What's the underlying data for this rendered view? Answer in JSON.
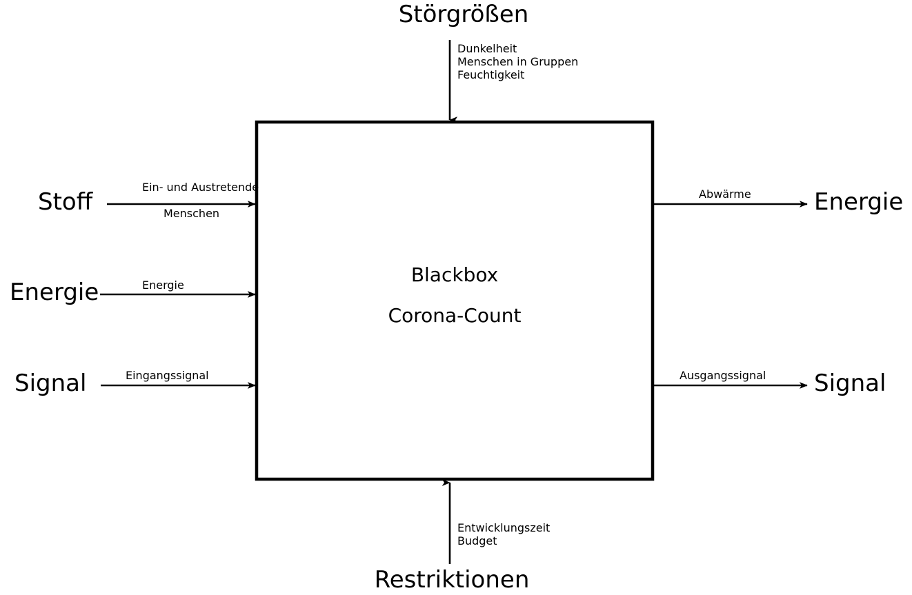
{
  "diagram": {
    "title_top": "Störgrößen",
    "title_bottom": "Restriktionen",
    "box": {
      "line1": "Blackbox",
      "line2": "Corona-Count"
    },
    "colors": {
      "stroke": "#000000",
      "background": "#ffffff"
    },
    "disturbances": {
      "heading": "Störgrößen",
      "items_text": "Dunkelheit\nMenschen in Gruppen\nFeuchtigkeit",
      "items": [
        "Dunkelheit",
        "Menschen in Gruppen",
        "Feuchtigkeit"
      ]
    },
    "restrictions": {
      "heading": "Restriktionen",
      "items_text": "Entwicklungszeit\nBudget",
      "items": [
        "Entwicklungszeit",
        "Budget"
      ]
    },
    "inputs": [
      {
        "category": "Stoff",
        "flow_line1": "Ein-  und Austretende",
        "flow_line2": "Menschen"
      },
      {
        "category": "Energie",
        "flow_line1": "Energie",
        "flow_line2": ""
      },
      {
        "category": "Signal",
        "flow_line1": "Eingangssignal",
        "flow_line2": ""
      }
    ],
    "outputs": [
      {
        "category": "Energie",
        "flow_line1": "Abwärme"
      },
      {
        "category": "Signal",
        "flow_line1": "Ausgangssignal"
      }
    ]
  }
}
